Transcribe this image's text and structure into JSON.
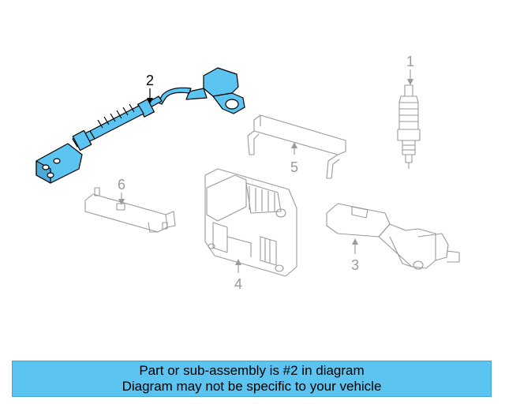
{
  "callouts": {
    "c1": "1",
    "c2": "2",
    "c3": "3",
    "c4": "4",
    "c5": "5",
    "c6": "6"
  },
  "banner": {
    "line1": "Part or sub-assembly is #2 in diagram",
    "line2": "Diagram may not be specific to your vehicle"
  },
  "colors": {
    "highlight_fill": "#5bc4f1",
    "highlight_stroke": "#000000",
    "ghost_stroke": "#9a9a9a",
    "banner_bg": "#5bc4f1"
  }
}
